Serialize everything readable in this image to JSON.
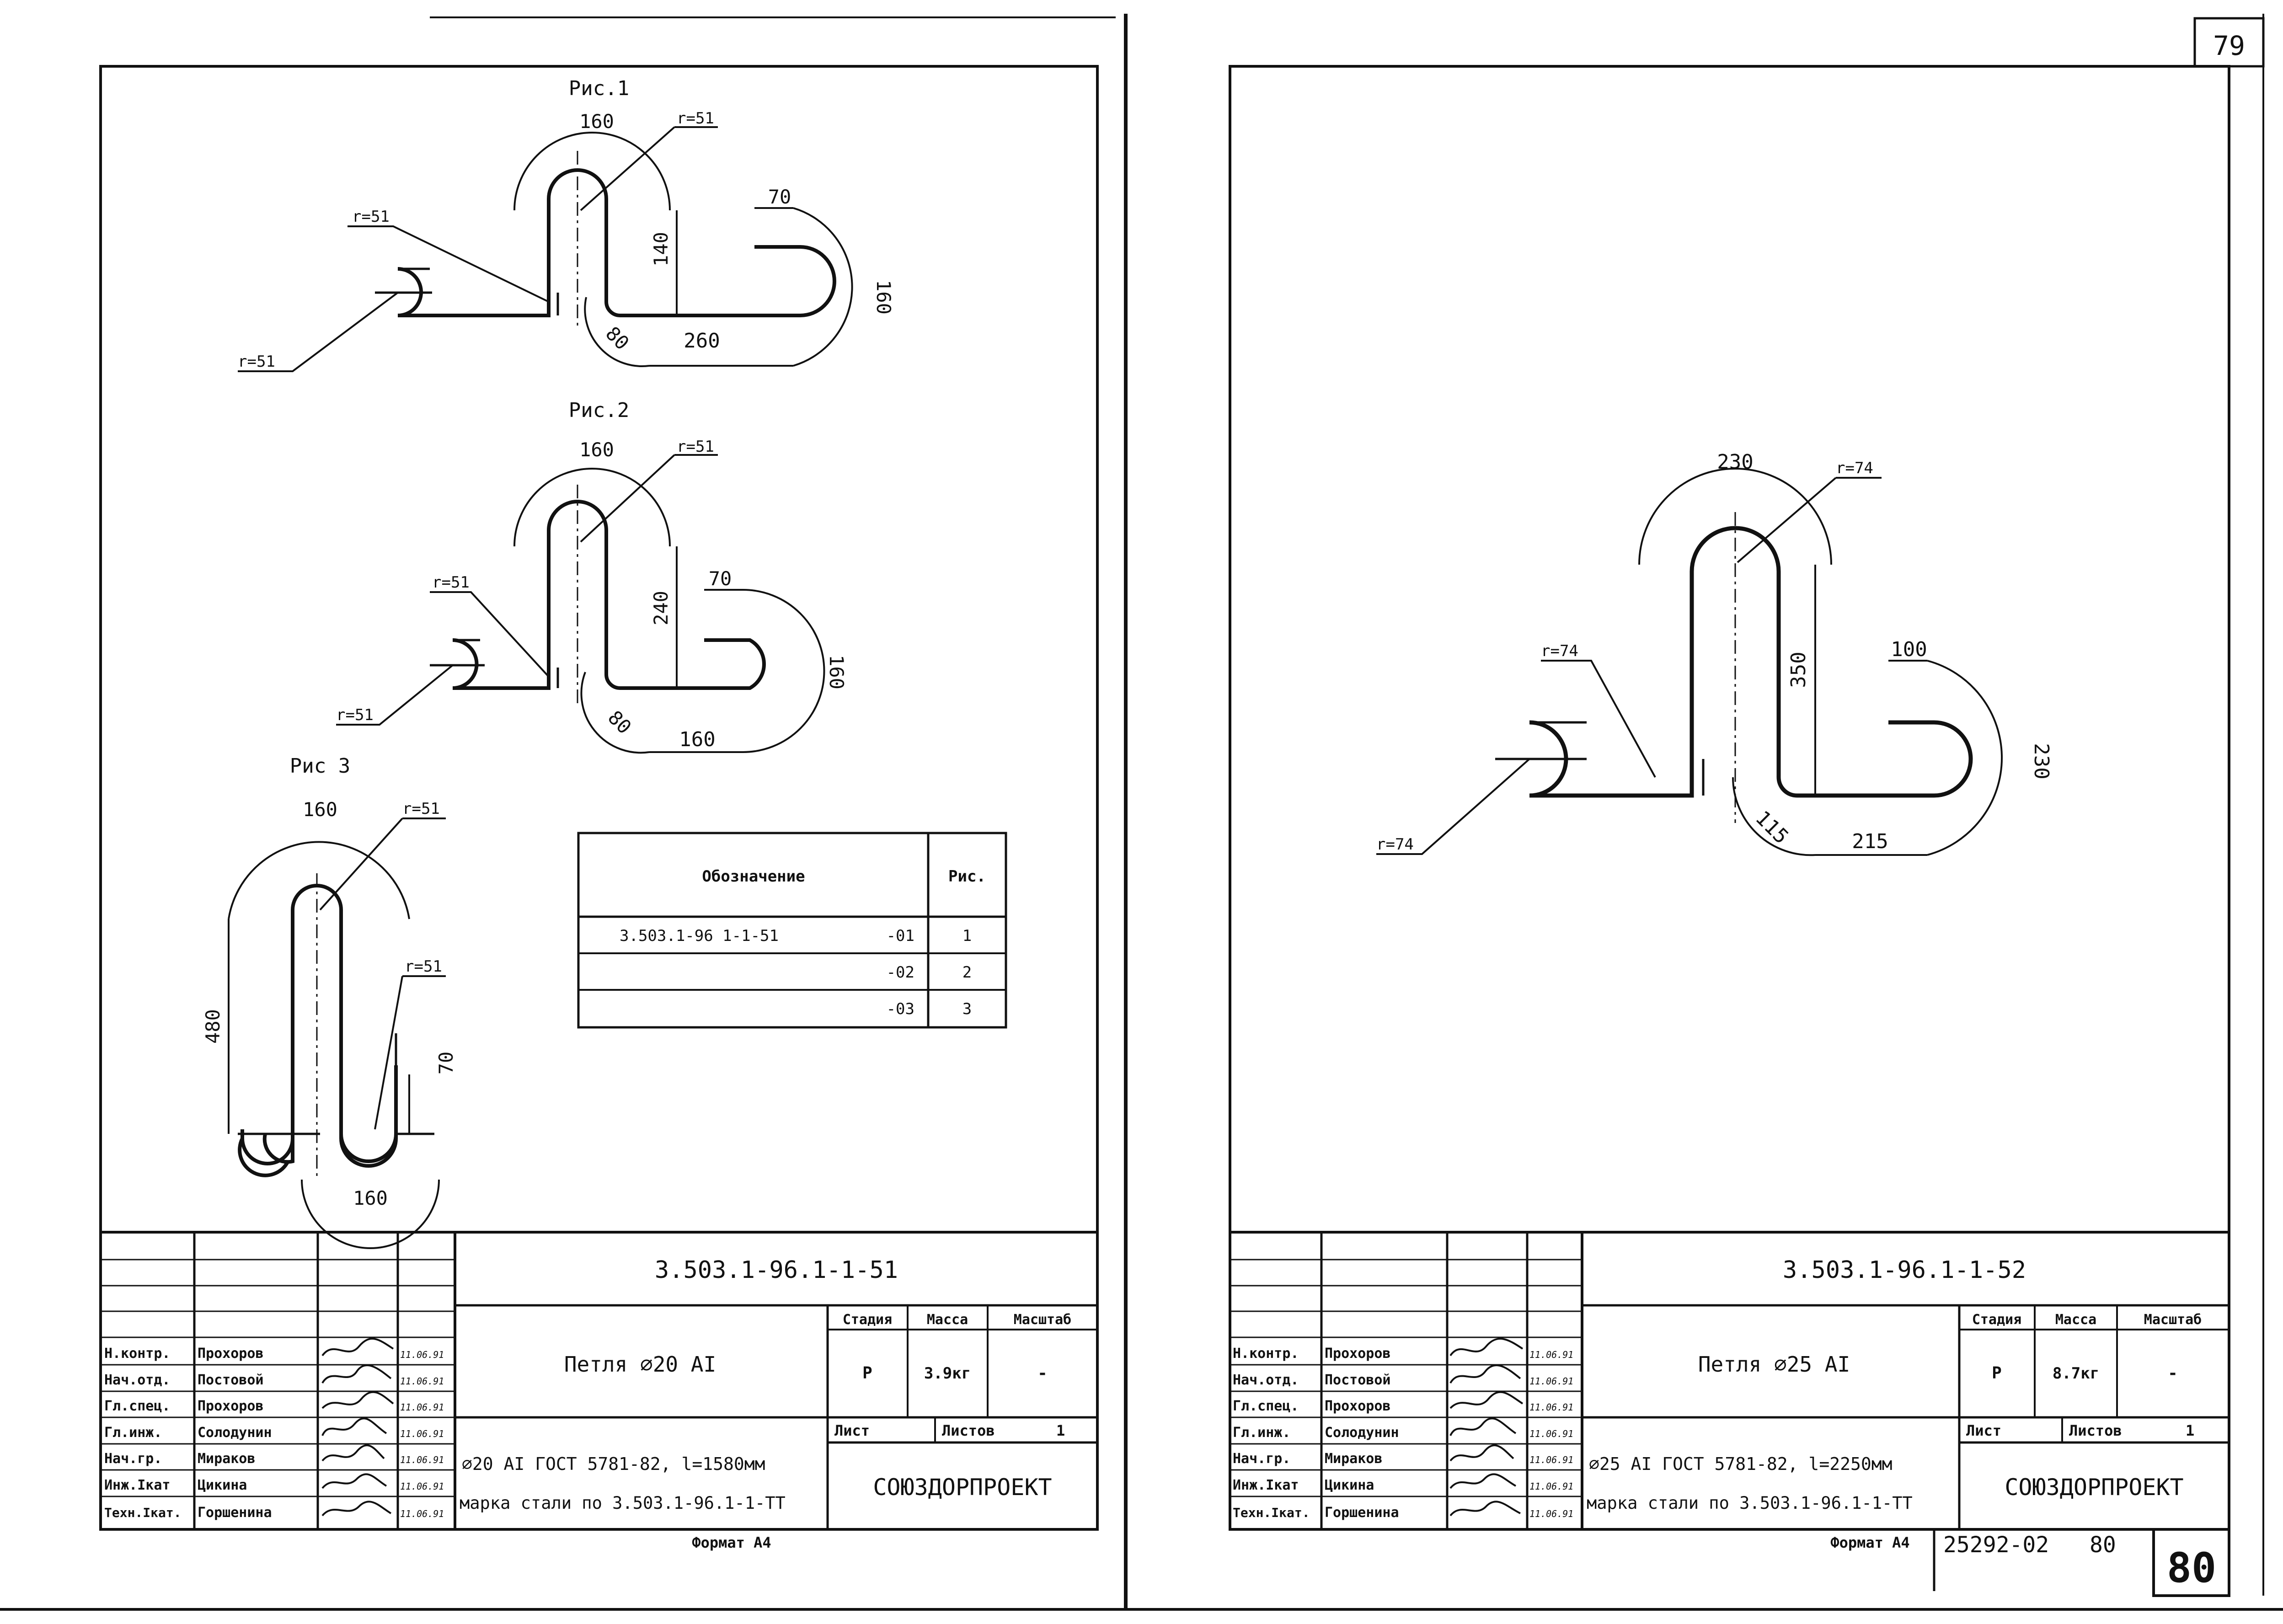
{
  "page_number_top": "79",
  "page_number_bottom": "80",
  "archive_code": "25292-02",
  "archive_page": "80",
  "format_label": "Формат А4",
  "left_sheet": {
    "figures": [
      {
        "title": "Рис.1",
        "dims": {
          "top_width": "160",
          "radius_top": "r=51",
          "radius_left": "r=51",
          "radius_left2": "r=51",
          "vertical": "140",
          "right_tail": "70",
          "right_height": "160",
          "bottom_diag": "80",
          "bottom_len": "260"
        }
      },
      {
        "title": "Рис.2",
        "dims": {
          "top_width": "160",
          "radius_top": "r=51",
          "radius_left": "r=51",
          "radius_left2": "r=51",
          "vertical": "240",
          "right_tail": "70",
          "right_height": "160",
          "bottom_diag": "80",
          "bottom_len": "160"
        }
      },
      {
        "title": "Рис 3",
        "dims": {
          "top_width": "160",
          "radius_top": "r=51",
          "radius_right": "r=51",
          "left_height": "480",
          "right_tail": "70",
          "bottom_width": "160"
        }
      }
    ],
    "table": {
      "headers": [
        "Обозначение",
        "Рис."
      ],
      "rows": [
        {
          "code": "3.503.1-96 1-1-51",
          "suffix": "-01",
          "fig": "1"
        },
        {
          "code": "",
          "suffix": "-02",
          "fig": "2"
        },
        {
          "code": "",
          "suffix": "-03",
          "fig": "3"
        }
      ]
    },
    "title_block": {
      "doc_code": "3.503.1-96.1-1-51",
      "name": "Петля ⌀20 АI",
      "stage_h": "Стадия",
      "mass_h": "Масса",
      "scale_h": "Масштаб",
      "stage": "Р",
      "mass": "3.9кг",
      "scale": "-",
      "sheet_h": "Лист",
      "sheets_h": "Листов",
      "sheets": "1",
      "material_line1": "⌀20 АI ГОСТ 5781-82, l=1580мм",
      "material_line2": "марка стали по 3.503.1-96.1-1-ТТ",
      "org": "СОЮЗДОРПРОЕКТ",
      "staff": [
        {
          "role": "Н.контр.",
          "name": "Прохоров",
          "date": "11.06.91"
        },
        {
          "role": "Нач.отд.",
          "name": "Постовой",
          "date": "11.06.91"
        },
        {
          "role": "Гл.спец.",
          "name": "Прохоров",
          "date": "11.06.91"
        },
        {
          "role": "Гл.инж.",
          "name": "Солодунин",
          "date": "11.06.91"
        },
        {
          "role": "Нач.гр.",
          "name": "Мираков",
          "date": "11.06.91"
        },
        {
          "role": "Инж.Iкат",
          "name": "Цикина",
          "date": "11.06.91"
        },
        {
          "role": "Техн.Iкат.",
          "name": "Горшенина",
          "date": "11.06.91"
        }
      ]
    }
  },
  "right_sheet": {
    "figure": {
      "dims": {
        "top_width": "230",
        "radius_top": "r=74",
        "radius_left": "r=74",
        "radius_left2": "r=74",
        "vertical": "350",
        "right_tail": "100",
        "right_height": "230",
        "bottom_diag": "115",
        "bottom_len": "215"
      }
    },
    "title_block": {
      "doc_code": "3.503.1-96.1-1-52",
      "name": "Петля ⌀25 АI",
      "stage_h": "Стадия",
      "mass_h": "Масса",
      "scale_h": "Масштаб",
      "stage": "Р",
      "mass": "8.7кг",
      "scale": "-",
      "sheet_h": "Лист",
      "sheets_h": "Листов",
      "sheets": "1",
      "material_line1": "⌀25 АI ГОСТ 5781-82, l=2250мм",
      "material_line2": "марка стали по 3.503.1-96.1-1-ТТ",
      "org": "СОЮЗДОРПРОЕКТ",
      "staff": [
        {
          "role": "Н.контр.",
          "name": "Прохоров",
          "date": "11.06.91"
        },
        {
          "role": "Нач.отд.",
          "name": "Постовой",
          "date": "11.06.91"
        },
        {
          "role": "Гл.спец.",
          "name": "Прохоров",
          "date": "11.06.91"
        },
        {
          "role": "Гл.инж.",
          "name": "Солодунин",
          "date": "11.06.91"
        },
        {
          "role": "Нач.гр.",
          "name": "Мираков",
          "date": "11.06.91"
        },
        {
          "role": "Инж.Iкат",
          "name": "Цикина",
          "date": "11.06.91"
        },
        {
          "role": "Техн.Iкат.",
          "name": "Горшенина",
          "date": "11.06.91"
        }
      ]
    }
  }
}
